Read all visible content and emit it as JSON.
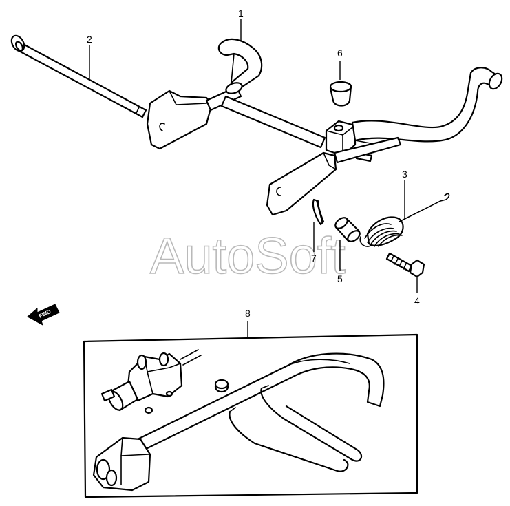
{
  "watermark": "AutoSoft",
  "fwd_label": "FWD",
  "callouts": [
    {
      "id": "1",
      "label": "1"
    },
    {
      "id": "2",
      "label": "2"
    },
    {
      "id": "3",
      "label": "3"
    },
    {
      "id": "4",
      "label": "4"
    },
    {
      "id": "5",
      "label": "5"
    },
    {
      "id": "6",
      "label": "6"
    },
    {
      "id": "7",
      "label": "7"
    },
    {
      "id": "8",
      "label": "8"
    }
  ],
  "colors": {
    "ink": "#000000",
    "paper": "#ffffff",
    "watermark": "#b9b9b9"
  }
}
